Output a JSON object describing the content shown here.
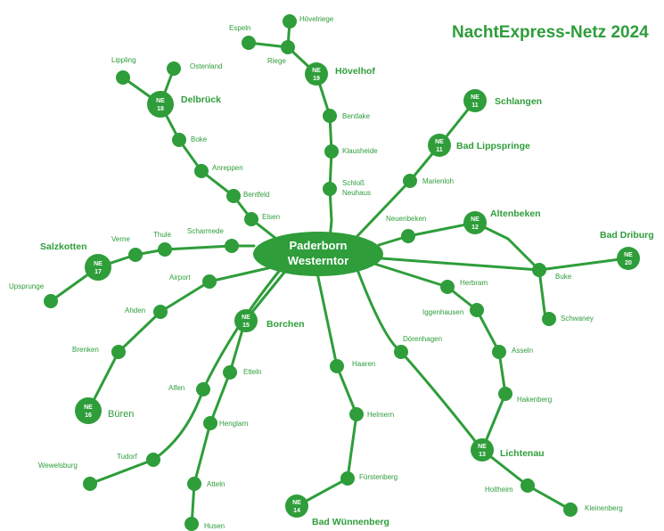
{
  "title": "NachtExpress-Netz 2024",
  "hub": {
    "line1": "Paderborn",
    "line2": "Westerntor"
  },
  "colors": {
    "line": "#2e9d3a",
    "background": "#ffffff",
    "badge_text": "#ffffff"
  },
  "lines": [
    {
      "ne": "NE",
      "num": "11",
      "dest": "Schlangen"
    },
    {
      "ne": "NE",
      "num": "11",
      "dest": "Bad Lippspringe"
    },
    {
      "ne": "NE",
      "num": "12",
      "dest": "Altenbeken"
    },
    {
      "ne": "NE",
      "num": "20",
      "dest": "Bad Driburg"
    },
    {
      "ne": "NE",
      "num": "13",
      "dest": "Lichtenau"
    },
    {
      "ne": "NE",
      "num": "14",
      "dest": "Bad Wünnenberg"
    },
    {
      "ne": "NE",
      "num": "15",
      "dest": "Borchen"
    },
    {
      "ne": "NE",
      "num": "16",
      "dest": "Büren"
    },
    {
      "ne": "NE",
      "num": "17",
      "dest": "Salzkotten"
    },
    {
      "ne": "NE",
      "num": "18",
      "dest": "Delbrück"
    },
    {
      "ne": "NE",
      "num": "19",
      "dest": "Hövelhof"
    }
  ],
  "stops": [
    "Hövelriege",
    "Espeln",
    "Riege",
    "Bentlake",
    "Klausheide",
    "Schloß",
    "Neuhaus",
    "Lippling",
    "Ostenland",
    "Boke",
    "Anreppen",
    "Bentfeld",
    "Elsen",
    "Marienloh",
    "Neuenbeken",
    "Buke",
    "Schwaney",
    "Herbram",
    "Iggenhausen",
    "Asseln",
    "Hakenberg",
    "Holtheim",
    "Kleinenberg",
    "Dörenhagen",
    "Haaren",
    "Helmern",
    "Fürstenberg",
    "Etteln",
    "Henglarn",
    "Atteln",
    "Husen",
    "Airport",
    "Ahden",
    "Brenken",
    "Alfen",
    "Tudorf",
    "Wewelsburg",
    "Scharmede",
    "Thule",
    "Verne",
    "Upsprunge"
  ]
}
